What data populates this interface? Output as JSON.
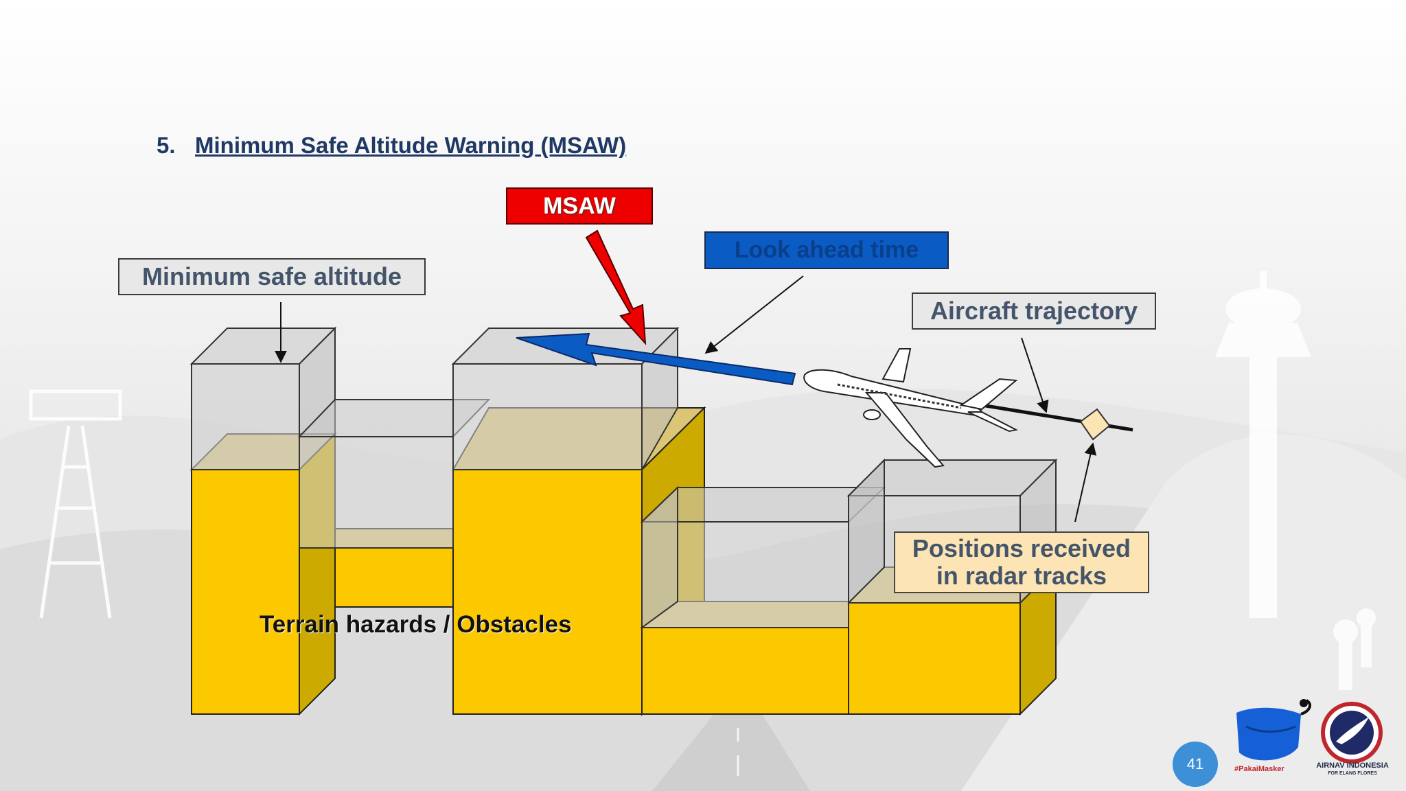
{
  "slide": {
    "section_number": "5.",
    "title": "Minimum Safe Altitude Warning (MSAW)",
    "page_number": "41"
  },
  "labels": {
    "msaw": "MSAW",
    "look_ahead": "Look ahead time",
    "min_safe_altitude": "Minimum safe altitude",
    "aircraft_trajectory": "Aircraft trajectory",
    "positions_line1": "Positions received",
    "positions_line2": "in radar tracks",
    "terrain": "Terrain hazards / Obstacles"
  },
  "logos": {
    "mask_tag": "#PakaiMasker",
    "airnav_name": "AIRNAV INDONESIA",
    "airnav_sub": "FOR ELANG FLORES"
  },
  "colors": {
    "title": "#1f3864",
    "terrain_yellow": "#fcc800",
    "msaw_red": "#ee0000",
    "look_ahead_blue": "#0a5bc4",
    "position_box": "#fce4b4"
  }
}
